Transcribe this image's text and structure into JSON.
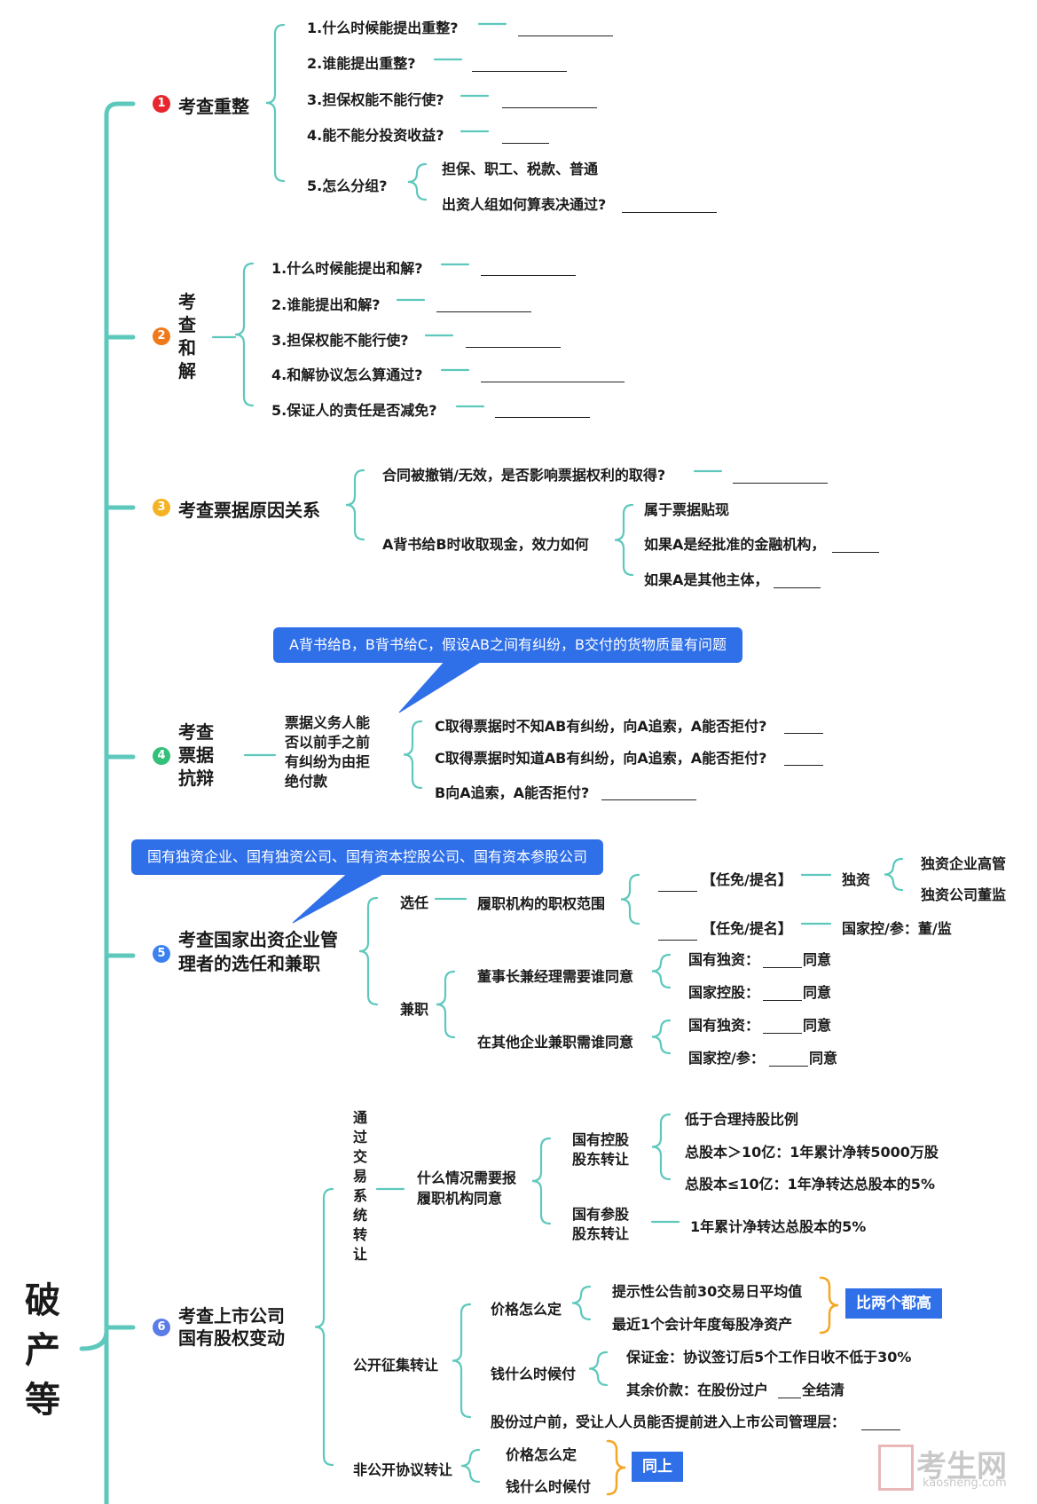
{
  "root": "破产等",
  "colors": {
    "branch": "#5ec8bd",
    "bracket": "#f5a623",
    "bubble": "#2f6fe8"
  },
  "branches": [
    {
      "num": "1",
      "color": "#e8262d",
      "title": "考查重整",
      "items": [
        "1.什么时候能提出重整?",
        "2.谁能提出重整?",
        "3.担保权能不能行使?",
        "4.能不能分投资收益?",
        "5.怎么分组?"
      ],
      "sub": [
        "担保、职工、税款、普通",
        "出资人组如何算表决通过?"
      ]
    },
    {
      "num": "2",
      "color": "#f07a1a",
      "title": "考查和解",
      "items": [
        "1.什么时候能提出和解?",
        "2.谁能提出和解?",
        "3.担保权能不能行使?",
        "4.和解协议怎么算通过?",
        "5.保证人的责任是否减免?"
      ]
    },
    {
      "num": "3",
      "color": "#f5b324",
      "title": "考查票据原因关系",
      "items": [
        "合同被撤销/无效，是否影响票据权利的取得?",
        "A背书给B时收取现金，效力如何"
      ],
      "sub": [
        "属于票据贴现",
        "如果A是经批准的金融机构，",
        "如果A是其他主体，"
      ]
    },
    {
      "num": "4",
      "color": "#33c07a",
      "title": "考查票据抗辩",
      "bubble": "A背书给B，B背书给C，假设AB之间有纠纷，B交付的货物质量有问题",
      "mid": "票据义务人能否以前手之前有纠纷为由拒绝付款",
      "items": [
        "C取得票据时不知AB有纠纷，向A追索，A能否拒付?",
        "C取得票据时知道AB有纠纷，向A追索，A能否拒付?",
        "B向A追索，A能否拒付?"
      ]
    },
    {
      "num": "5",
      "color": "#3b82f0",
      "title": "考查国家出资企业管理者的选任和兼职",
      "bubble": "国有独资企业、国有独资公司、国有资本控股公司、国有资本参股公司",
      "xuanren": "选任",
      "jianzhi": "兼职",
      "fanwei": "履职机构的职权范围",
      "renmian": "【任免/提名】",
      "duzi": "独资",
      "duzi_sub": [
        "独资企业高管",
        "独资公司董监"
      ],
      "kongcan": "国家控/参：董/监",
      "q1": "董事长兼经理需要谁同意",
      "q2": "在其他企业兼职需谁同意",
      "opts1": [
        "国有独资：",
        "国家控股："
      ],
      "opts2": [
        "国有独资：",
        "国家控/参："
      ],
      "agree": "同意"
    },
    {
      "num": "6",
      "color": "#5b7ce6",
      "title": "考查上市公司国有股权变动",
      "a": "通过交易系统转让",
      "a_q": "什么情况需要报履职机构同意",
      "kong": "国有控股股东转让",
      "kong_items": [
        "低于合理持股比例",
        "总股本＞10亿：1年累计净转5000万股",
        "总股本≤10亿：1年净转达总股本的5%"
      ],
      "can": "国有参股股东转让",
      "can_item": "1年累计净转达总股本的5%",
      "b": "公开征集转让",
      "price": "价格怎么定",
      "price_items": [
        "提示性公告前30交易日平均值",
        "最近1个会计年度每股净资产"
      ],
      "tag1": "比两个都高",
      "pay": "钱什么时候付",
      "pay_items": [
        "保证金：协议签订后5个工作日收不低于30%",
        "其余价款：在股份过户",
        "全结清"
      ],
      "mgmt": "股份过户前，受让人人员能否提前进入上市公司管理层：",
      "c": "非公开协议转让",
      "c_items": [
        "价格怎么定",
        "钱什么时候付"
      ],
      "tag2": "同上"
    }
  ],
  "watermark": {
    "cn": "考生网",
    "en": "kaosheng.com"
  }
}
